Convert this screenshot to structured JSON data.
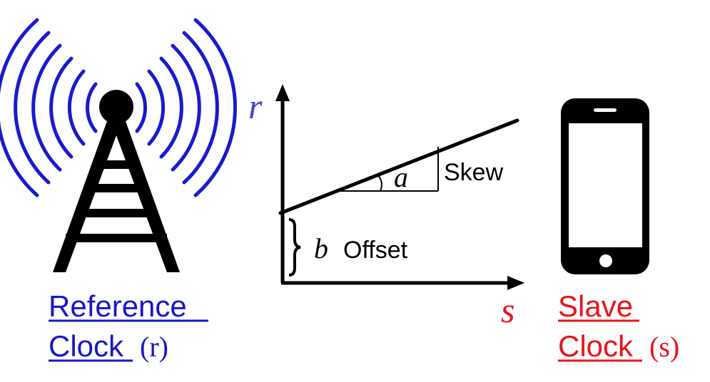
{
  "reference_clock": {
    "word1": "Reference",
    "word2": "Clock",
    "symbol": "(r)",
    "color": "#1717c8"
  },
  "slave_clock": {
    "word1": "Slave",
    "word2": "Clock",
    "symbol": "(s)",
    "color": "#e8131c"
  },
  "graph": {
    "y_axis_label": "r",
    "x_axis_label": "s",
    "angle_label": "a",
    "skew_label": "Skew",
    "offset_symbol": "b",
    "offset_label": "Offset"
  },
  "colors": {
    "wave": "#1a1acc",
    "ink": "#000000"
  },
  "icons": [
    "radio-tower-icon",
    "smartphone-icon"
  ]
}
